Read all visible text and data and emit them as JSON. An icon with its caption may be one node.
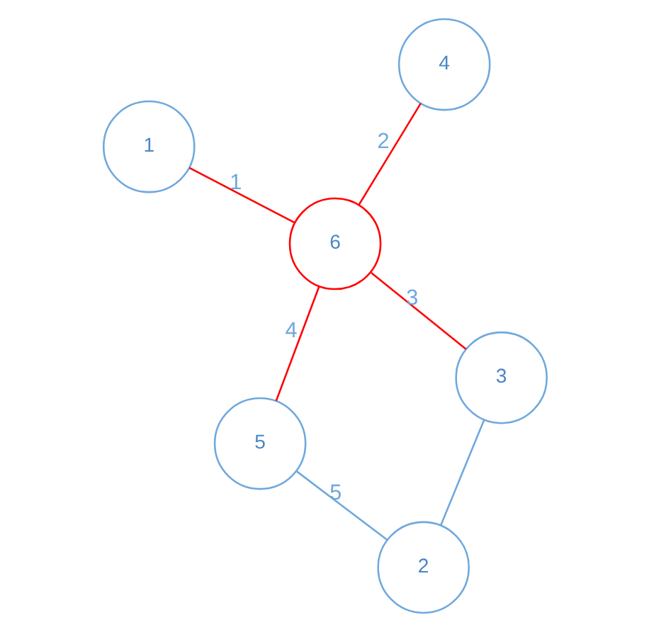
{
  "diagram": {
    "nodes": [
      {
        "text": [
          "1"
        ]
      },
      {
        "text": [
          "3"
        ]
      },
      {
        "text": [
          "2"
        ]
      },
      {
        "text": [
          "6"
        ]
      },
      {
        "text": [
          "4"
        ]
      },
      {
        "text": [
          "5"
        ]
      }
    ],
    "edges": [
      {
        "from": 0,
        "to": 3,
        "arrow": "none",
        "label": "1"
      },
      {
        "from": 3,
        "to": 1,
        "arrow": "none",
        "label": "3"
      },
      {
        "from": 1,
        "to": 2,
        "arrow": "none",
        "color": "#6fa8dc"
      },
      {
        "from": 3,
        "to": 4,
        "arrow": "none",
        "label": "2"
      },
      {
        "from": 3,
        "to": 5,
        "arrow": "none",
        "label": "4"
      },
      {
        "from": 2,
        "to": 5,
        "arrow": "none",
        "label": "5",
        "color": "#6fa8dc"
      }
    ]
  }
}
